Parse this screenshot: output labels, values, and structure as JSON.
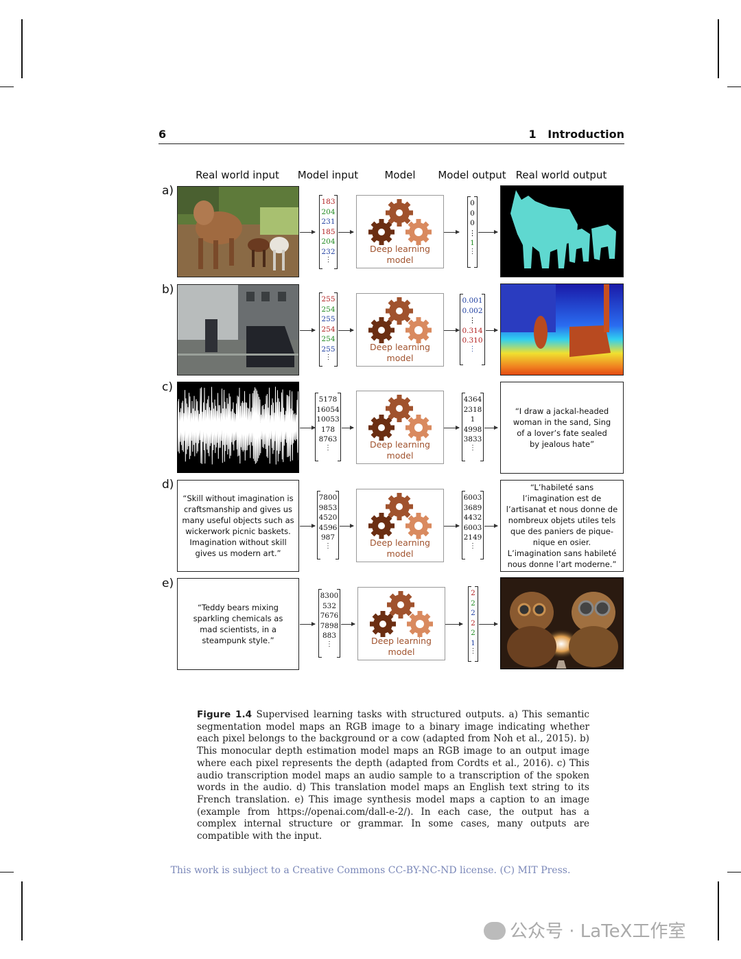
{
  "header": {
    "page_number": "6",
    "chapter": "1   Introduction"
  },
  "columns": [
    "Real world input",
    "Model input",
    "Model",
    "Model output",
    "Real world output"
  ],
  "model_label_1": "Deep learning",
  "model_label_2": "model",
  "rows": [
    {
      "label": "a)",
      "input_vec": [
        "183",
        "204",
        "231",
        "185",
        "204",
        "232"
      ],
      "output_vec": [
        "0",
        "0",
        "0",
        "⋮",
        "1"
      ]
    },
    {
      "label": "b)",
      "input_vec": [
        "255",
        "254",
        "255",
        "254",
        "254",
        "255"
      ],
      "output_vec": [
        "0.001",
        "0.002",
        "⋮",
        "0.314",
        "0.310"
      ]
    },
    {
      "label": "c)",
      "input_vec": [
        "5178",
        "16054",
        "10053",
        "178",
        "8763"
      ],
      "output_vec": [
        "4364",
        "2318",
        "1",
        "4998",
        "3833"
      ],
      "output_text": "“I draw a jackal-headed woman in the sand, Sing of a lover’s fate sealed by jealous hate”"
    },
    {
      "label": "d)",
      "input_text": "“Skill without imagination is craftsmanship and gives us many useful objects such as wickerwork picnic baskets. Imagination without skill gives us modern art.”",
      "input_vec": [
        "7800",
        "9853",
        "4520",
        "4596",
        "987"
      ],
      "output_vec": [
        "6003",
        "3689",
        "4432",
        "6003",
        "2149"
      ],
      "output_text": "“L’habileté sans l’imagination est de l’artisanat et nous donne de nombreux objets utiles tels que des paniers de pique-nique en osier. L’imagination sans habileté nous donne l’art moderne.”"
    },
    {
      "label": "e)",
      "input_text": "“Teddy bears mixing sparkling chemicals as mad scientists, in a steampunk style.”",
      "input_vec": [
        "8300",
        "532",
        "7676",
        "7898",
        "883"
      ],
      "output_vec": [
        "2",
        "2",
        "2",
        "2",
        "2",
        "1"
      ]
    }
  ],
  "caption": {
    "label": "Figure 1.4",
    "text": "Supervised learning tasks with structured outputs. a) This semantic segmentation model maps an RGB image to a binary image indicating whether each pixel belongs to the background or a cow (adapted from Noh et al., 2015). b) This monocular depth estimation model maps an RGB image to an output image where each pixel represents the depth (adapted from Cordts et al., 2016). c) This audio transcription model maps an audio sample to a transcription of the spoken words in the audio. d) This translation model maps an English text string to its French translation. e) This image synthesis model maps a caption to an image (example from https://openai.com/dall-e-2/). In each case, the output has a complex internal structure or grammar. In some cases, many outputs are compatible with the input."
  },
  "footer": "This work is subject to a Creative Commons CC-BY-NC-ND license. (C) MIT Press.",
  "watermark": "公众号 · LaTeX工作室",
  "colors": {
    "rgb_r": "#b22222",
    "rgb_g": "#228b22",
    "rgb_b": "#1f3fa0",
    "gear_dark": "#6b2e12",
    "gear_mid": "#a0522d",
    "gear_light": "#d98a5f",
    "seg_fill": "#5fd8d0"
  }
}
